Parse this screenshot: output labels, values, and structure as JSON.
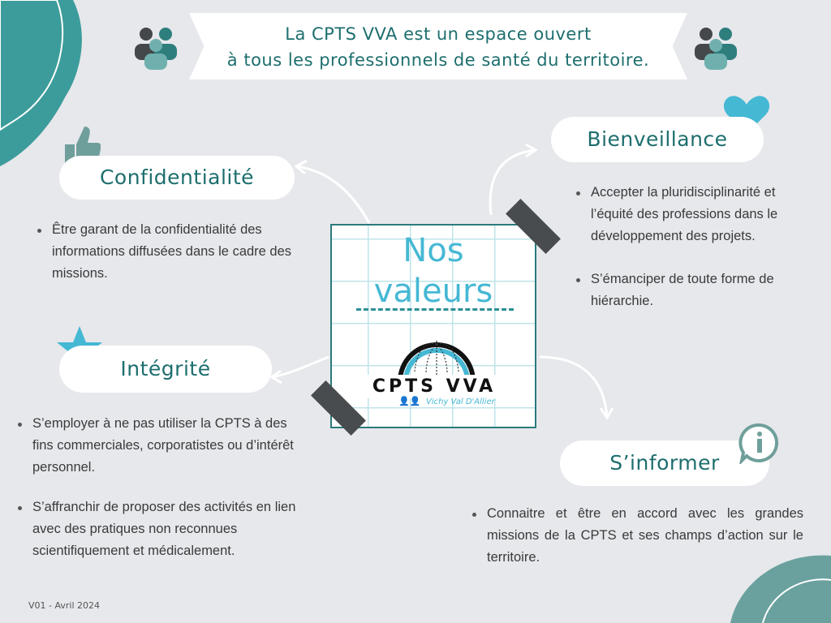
{
  "banner": {
    "line1": "La CPTS VVA est un espace ouvert",
    "line2": "à tous les professionnels de santé du territoire."
  },
  "card": {
    "title_line1": "Nos",
    "title_line2": "valeurs",
    "logo_name": "CPTS VVA",
    "logo_tagline": "Vichy Val D'Allier"
  },
  "sections": {
    "confidentialite": {
      "title": "Confidentialité",
      "bullets": [
        "Être garant de la confidentialité des informations diffusées dans le cadre des missions."
      ]
    },
    "integrite": {
      "title": "Intégrité",
      "bullets": [
        "S’employer à ne pas utiliser la CPTS à des fins commerciales, corporatistes ou d’intérêt personnel.",
        "S’affranchir de proposer des activités en lien avec des pratiques non reconnues scientifiquement et médicalement."
      ]
    },
    "bienveillance": {
      "title": "Bienveillance",
      "bullets": [
        "Accepter la pluridisciplinarité et l’équité des professions dans le développement des projets.",
        "S’émanciper de toute forme de hiérarchie."
      ]
    },
    "informer": {
      "title": "S’informer",
      "bullets": [
        "Connaitre et être en accord avec les grandes missions de la CPTS et ses champs d’action sur le territoire."
      ]
    }
  },
  "footer": {
    "version": "V01 - Avril 2024"
  },
  "colors": {
    "teal": "#1e6e6e",
    "accent": "#45b8d4",
    "blob": "#5c9f9d"
  }
}
